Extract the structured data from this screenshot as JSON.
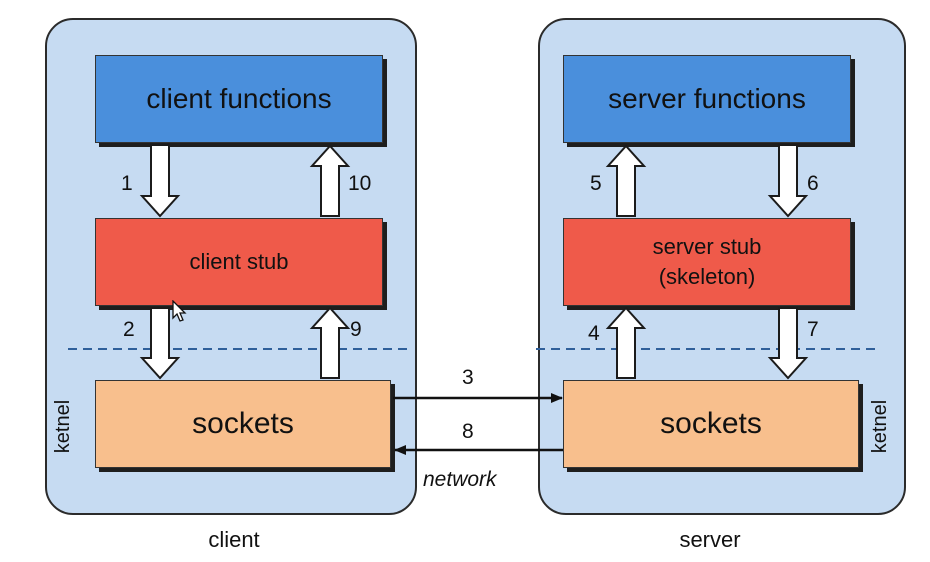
{
  "client": {
    "functions_label": "client functions",
    "stub_label": "client stub",
    "sockets_label": "sockets",
    "kernel_label": "ketnel",
    "caption": "client"
  },
  "server": {
    "functions_label": "server functions",
    "stub_label": "server stub\n(skeleton)",
    "sockets_label": "sockets",
    "kernel_label": "ketnel",
    "caption": "server"
  },
  "network_label": "network",
  "steps": [
    "1",
    "2",
    "3",
    "4",
    "5",
    "6",
    "7",
    "8",
    "9",
    "10"
  ],
  "colors": {
    "panel": "#c6dbf2",
    "functions": "#4a8fdc",
    "stub": "#ef5a4a",
    "sockets": "#f8bf8d",
    "divider": "#2f5f9a"
  }
}
